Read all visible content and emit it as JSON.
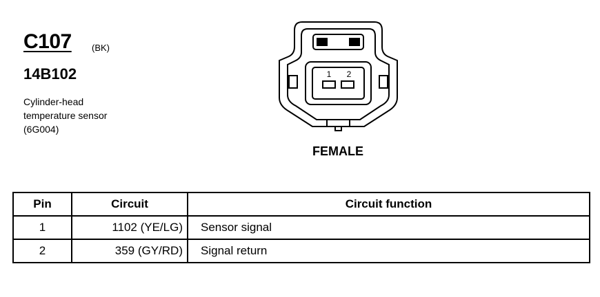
{
  "connector": {
    "id": "C107",
    "color": "(BK)",
    "part_number": "14B102",
    "description": "Cylinder-head\ntemperature sensor\n(6G004)"
  },
  "diagram": {
    "view": "FEMALE",
    "pin_labels": [
      "1",
      "2"
    ]
  },
  "table": {
    "headers": {
      "pin": "Pin",
      "circuit": "Circuit",
      "function": "Circuit function"
    },
    "rows": [
      {
        "pin": "1",
        "circuit": "1102 (YE/LG)",
        "function": "Sensor signal"
      },
      {
        "pin": "2",
        "circuit": "359 (GY/RD)",
        "function": "Signal return"
      }
    ]
  }
}
